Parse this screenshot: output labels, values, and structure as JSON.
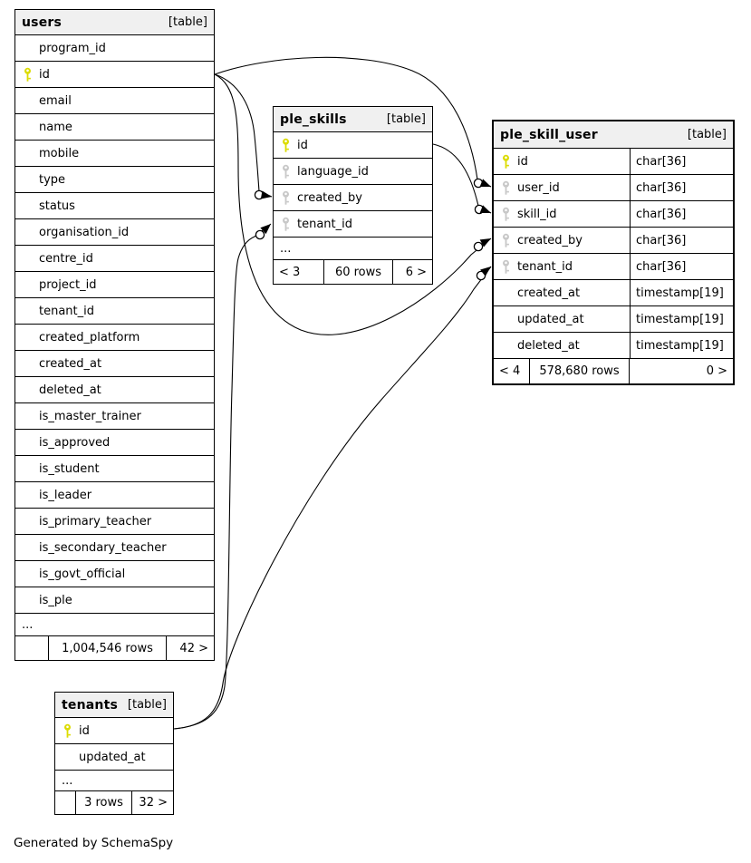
{
  "page": {
    "footer_note": "Generated by SchemaSpy"
  },
  "colors": {
    "border": "#000000",
    "header_bg": "#f0f0f0",
    "pk_key": "#dcdc00",
    "fk_key": "#c8c8c8",
    "line": "#000000"
  },
  "tables": [
    {
      "id": "users",
      "name": "users",
      "badge": "[table]",
      "columns": [
        {
          "name": "program_id",
          "key": null
        },
        {
          "name": "id",
          "key": "pk"
        },
        {
          "name": "email",
          "key": null
        },
        {
          "name": "name",
          "key": null
        },
        {
          "name": "mobile",
          "key": null
        },
        {
          "name": "type",
          "key": null
        },
        {
          "name": "status",
          "key": null
        },
        {
          "name": "organisation_id",
          "key": null
        },
        {
          "name": "centre_id",
          "key": null
        },
        {
          "name": "project_id",
          "key": null
        },
        {
          "name": "tenant_id",
          "key": null
        },
        {
          "name": "created_platform",
          "key": null
        },
        {
          "name": "created_at",
          "key": null
        },
        {
          "name": "deleted_at",
          "key": null
        },
        {
          "name": "is_master_trainer",
          "key": null
        },
        {
          "name": "is_approved",
          "key": null
        },
        {
          "name": "is_student",
          "key": null
        },
        {
          "name": "is_leader",
          "key": null
        },
        {
          "name": "is_primary_teacher",
          "key": null
        },
        {
          "name": "is_secondary_teacher",
          "key": null
        },
        {
          "name": "is_govt_official",
          "key": null
        },
        {
          "name": "is_ple",
          "key": null
        }
      ],
      "ellipsis": "...",
      "footer": {
        "prev": "",
        "rows": "1,004,546 rows",
        "next": "42 >"
      }
    },
    {
      "id": "ple_skills",
      "name": "ple_skills",
      "badge": "[table]",
      "columns": [
        {
          "name": "id",
          "key": "pk"
        },
        {
          "name": "language_id",
          "key": "fk"
        },
        {
          "name": "created_by",
          "key": "fk"
        },
        {
          "name": "tenant_id",
          "key": "fk"
        }
      ],
      "ellipsis": "...",
      "footer": {
        "prev": "< 3",
        "rows": "60 rows",
        "next": "6 >"
      }
    },
    {
      "id": "ple_skill_user",
      "name": "ple_skill_user",
      "badge": "[table]",
      "columns": [
        {
          "name": "id",
          "key": "pk",
          "type": "char[36]"
        },
        {
          "name": "user_id",
          "key": "fk",
          "type": "char[36]"
        },
        {
          "name": "skill_id",
          "key": "fk",
          "type": "char[36]"
        },
        {
          "name": "created_by",
          "key": "fk",
          "type": "char[36]"
        },
        {
          "name": "tenant_id",
          "key": "fk",
          "type": "char[36]"
        },
        {
          "name": "created_at",
          "key": null,
          "type": "timestamp[19]"
        },
        {
          "name": "updated_at",
          "key": null,
          "type": "timestamp[19]"
        },
        {
          "name": "deleted_at",
          "key": null,
          "type": "timestamp[19]"
        }
      ],
      "ellipsis": null,
      "footer": {
        "prev": "< 4",
        "rows": "578,680 rows",
        "next": "0 >"
      }
    },
    {
      "id": "tenants",
      "name": "tenants",
      "badge": "[table]",
      "columns": [
        {
          "name": "id",
          "key": "pk"
        },
        {
          "name": "updated_at",
          "key": null
        }
      ],
      "ellipsis": "...",
      "footer": {
        "prev": "",
        "rows": "3 rows",
        "next": "32 >"
      }
    }
  ],
  "relationships": [
    {
      "from": "users.id",
      "to": "ple_skill_user.user_id"
    },
    {
      "from": "ple_skills.id",
      "to": "ple_skill_user.skill_id"
    },
    {
      "from": "users.id",
      "to": "ple_skills.created_by"
    },
    {
      "from": "tenants.id",
      "to": "ple_skills.tenant_id"
    },
    {
      "from": "users.id",
      "to": "ple_skill_user.created_by"
    },
    {
      "from": "tenants.id",
      "to": "ple_skill_user.tenant_id"
    }
  ]
}
